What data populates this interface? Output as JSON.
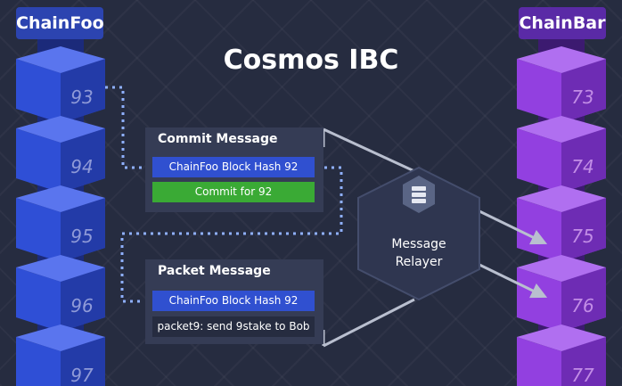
{
  "title": "Cosmos IBC",
  "chains": {
    "foo": {
      "name": "ChainFoo",
      "blocks": [
        "93",
        "94",
        "95",
        "96",
        "97"
      ]
    },
    "bar": {
      "name": "ChainBar",
      "blocks": [
        "73",
        "74",
        "75",
        "76",
        "77"
      ]
    }
  },
  "commit_panel": {
    "heading": "Commit Message",
    "rows": [
      "ChainFoo Block Hash 92",
      "Commit for 92"
    ]
  },
  "packet_panel": {
    "heading": "Packet Message",
    "rows": [
      "ChainFoo Block Hash 92",
      "packet9: send 9stake to Bob"
    ]
  },
  "relayer": {
    "line1": "Message",
    "line2": "Relayer"
  },
  "colors": {
    "foo_block": "#2f4fd6",
    "bar_block": "#9240e0",
    "commit_green": "#3aaa35",
    "relayer_hex": "#2f3650"
  }
}
